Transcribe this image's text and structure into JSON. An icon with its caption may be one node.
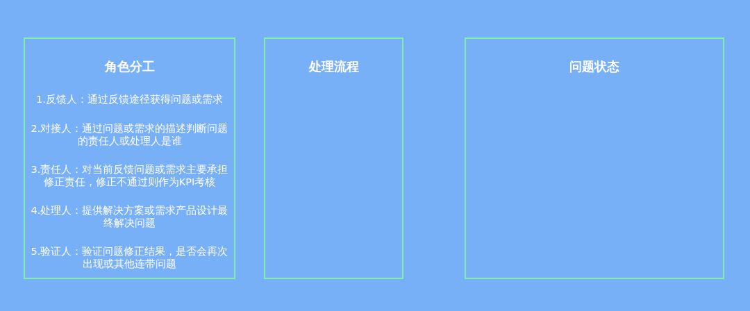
{
  "diagram": {
    "nodes": [
      {
        "text": [
          "角色分工",
          "1.反馈人：通过反馈途径获得问题或需求",
          "2.对接人：通过问题或需求的描述判断问题的责任人或处理人是谁",
          "3.责任人：对当前反馈问题或需求主要承担修正责任，修正不通过则作为KPI考核",
          "4.处理人：提供解决方案或需求产品设计最终解决问题",
          "5.验证人：验证问题修正结果，是否会再次出现或其他连带问题"
        ]
      },
      {
        "text": [
          "处理流程"
        ]
      },
      {
        "text": [
          "问题状态"
        ]
      }
    ]
  }
}
